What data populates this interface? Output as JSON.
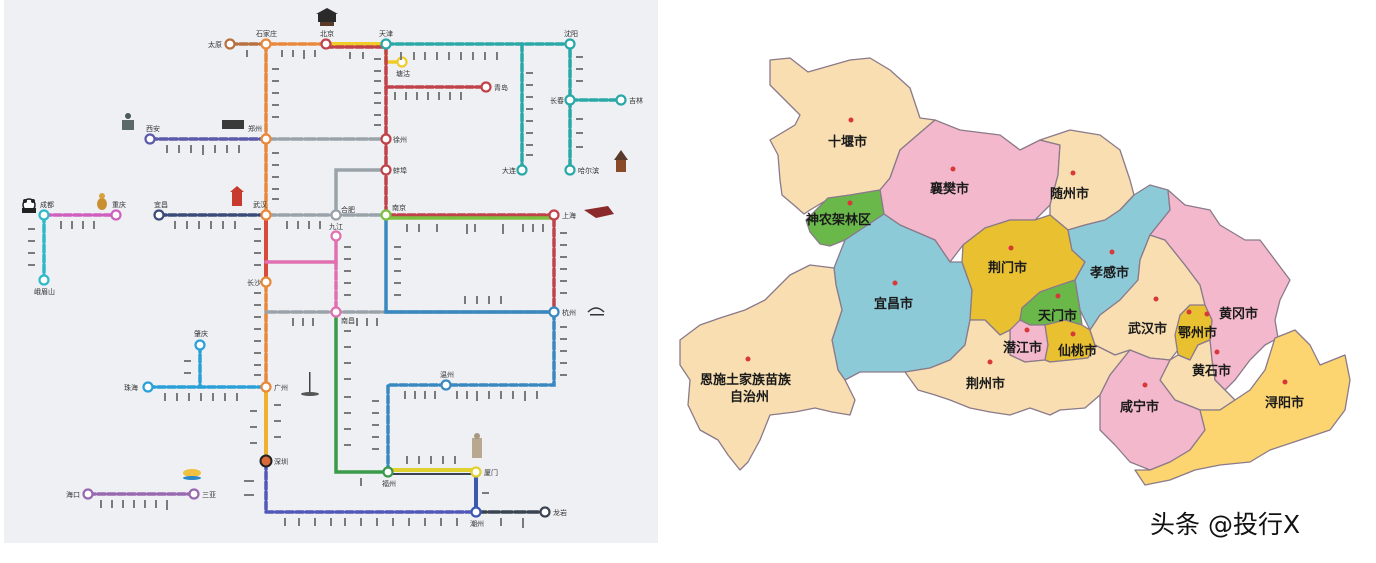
{
  "rail_map": {
    "background": "#eef0f3",
    "stations": {
      "taiyuan": "太原",
      "shijiazhuang": "石家庄",
      "beijing": "北京",
      "tianjin": "天津",
      "shenyang": "沈阳",
      "tanggu": "塘沽",
      "qingdao": "青岛",
      "changchun": "长春",
      "jilin": "吉林",
      "dalian": "大连",
      "harbin": "哈尔滨",
      "xian": "西安",
      "zhengzhou": "郑州",
      "xuzhou": "徐州",
      "bengbu": "蚌埠",
      "chengdu": "成都",
      "chongqing": "重庆",
      "yichang": "宜昌",
      "wuhan": "武汉",
      "hefei": "合肥",
      "nanjing": "南京",
      "shanghai": "上海",
      "jiujiang": "九江",
      "changsha": "长沙",
      "nanchang": "南昌",
      "hangzhou": "杭州",
      "emeishan": "峨眉山",
      "zhaoqing": "肇庆",
      "zhuhai": "珠海",
      "guangzhou": "广州",
      "wenzhou": "温州",
      "shenzhen": "深圳",
      "haikou": "海口",
      "sanya": "三亚",
      "fuzhou": "福州",
      "xiamen": "厦门",
      "chaozhou": "潮州",
      "longyan": "龙岩"
    },
    "line_colors": {
      "jingguang": "#e8883a",
      "jinghu": "#c0424a",
      "jingjin": "#f0cc2a",
      "jinshen": "#2aa8a8",
      "xuzheng": "#5a5aa8",
      "hurong": "#3a4a78",
      "chengyu": "#d060c0",
      "chengqian": "#30b8c8",
      "huning": "#7cc040",
      "hukun": "#9aa2aa",
      "hefu": "#3a9a4a",
      "hangshen": "#3a88c0",
      "guangzhu": "#2aa0d8",
      "xiashen": "#5058b8",
      "hainan": "#9868b0",
      "longxia": "#3a4450",
      "hefang": "#e070b0",
      "jiaoji": "#c0424a"
    }
  },
  "hubei_map": {
    "regions": [
      {
        "id": "shiyan",
        "label": "十堰市",
        "color": "#f8deb0"
      },
      {
        "id": "xiangyang",
        "label": "襄樊市",
        "color": "#f4b8cc"
      },
      {
        "id": "suizhou",
        "label": "随州市",
        "color": "#f8deb0"
      },
      {
        "id": "shennongjia",
        "label": "神农架林区",
        "color": "#6ab84a"
      },
      {
        "id": "yichang",
        "label": "宜昌市",
        "color": "#8ccad8"
      },
      {
        "id": "jingmen",
        "label": "荆门市",
        "color": "#e8c030"
      },
      {
        "id": "xiaogan",
        "label": "孝感市",
        "color": "#8ccad8"
      },
      {
        "id": "tianmen",
        "label": "天门市",
        "color": "#6ab84a"
      },
      {
        "id": "qianjiang",
        "label": "潜江市",
        "color": "#f4b8cc"
      },
      {
        "id": "xiantao",
        "label": "仙桃市",
        "color": "#e8c030"
      },
      {
        "id": "wuhan",
        "label": "武汉市",
        "color": "#f8deb0"
      },
      {
        "id": "ezhou",
        "label": "鄂州市",
        "color": "#e8c030"
      },
      {
        "id": "huanggang",
        "label": "黄冈市",
        "color": "#f4b8cc"
      },
      {
        "id": "huangshi",
        "label": "黄石市",
        "color": "#f8deb0"
      },
      {
        "id": "enshi",
        "label": "恩施土家族苗族",
        "label2": "自治州",
        "color": "#f8deb0"
      },
      {
        "id": "jingzhou",
        "label": "荆州市",
        "color": "#f8deb0"
      },
      {
        "id": "xianning",
        "label": "咸宁市",
        "color": "#f4b8cc"
      },
      {
        "id": "xunyang",
        "label": "浔阳市",
        "color": "#fcd470"
      }
    ],
    "border_color": "#8a7a8a",
    "capital_dot_color": "#d83838"
  },
  "watermark": "头条 @投行X"
}
